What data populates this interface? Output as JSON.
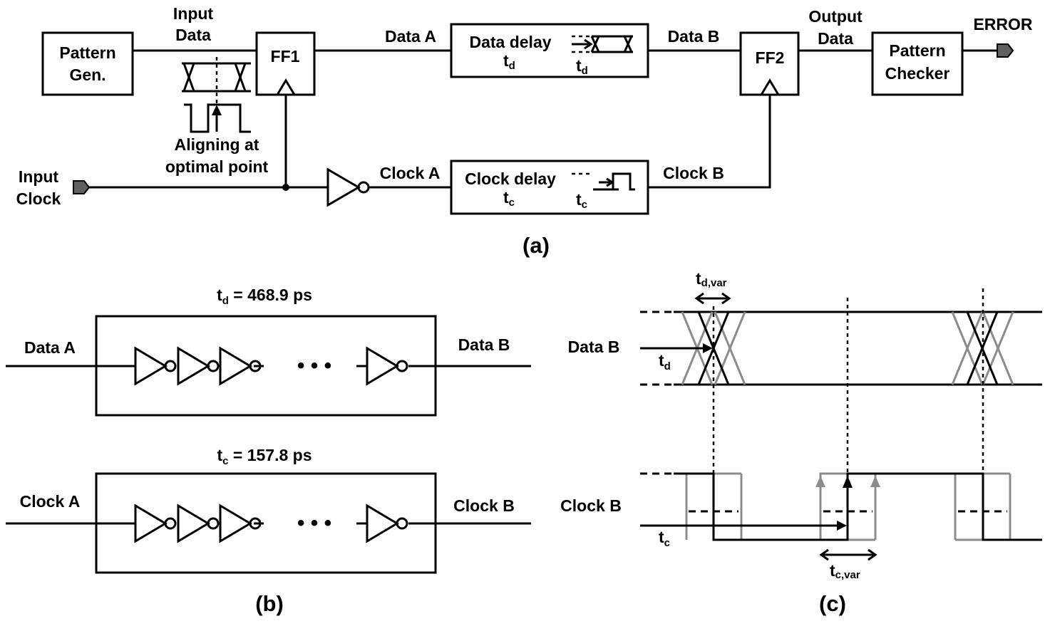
{
  "panel_a": {
    "caption": "(a)",
    "pattern_gen": [
      "Pattern",
      "Gen."
    ],
    "input_data": [
      "Input",
      "Data"
    ],
    "ff1": "FF1",
    "data_a": "Data A",
    "data_delay": "Data delay",
    "t_d": "t",
    "t_d_sub": "d",
    "data_b": "Data B",
    "ff2": "FF2",
    "output_data": [
      "Output",
      "Data"
    ],
    "pattern_checker": [
      "Pattern",
      "Checker"
    ],
    "error": "ERROR",
    "aligning": [
      "Aligning at",
      "optimal point"
    ],
    "input_clock": [
      "Input",
      "Clock"
    ],
    "clock_a": "Clock A",
    "clock_delay": "Clock delay",
    "t_c": "t",
    "t_c_sub": "c",
    "clock_b": "Clock B"
  },
  "panel_b": {
    "caption": "(b)",
    "td_eq": "t",
    "td_eq_sub": "d",
    "td_eq_val": " = 468.9 ps",
    "tc_eq": "t",
    "tc_eq_sub": "c",
    "tc_eq_val": " = 157.8 ps",
    "data_a": "Data A",
    "data_b": "Data B",
    "clock_a": "Clock A",
    "clock_b": "Clock B",
    "ellipsis": "• • •"
  },
  "panel_c": {
    "caption": "(c)",
    "data_b": "Data B",
    "clock_b": "Clock B",
    "td_var": "t",
    "td_var_sub": "d,var",
    "tc_var": "t",
    "tc_var_sub": "c,var",
    "t_d": "t",
    "t_d_sub": "d",
    "t_c": "t",
    "t_c_sub": "c"
  }
}
